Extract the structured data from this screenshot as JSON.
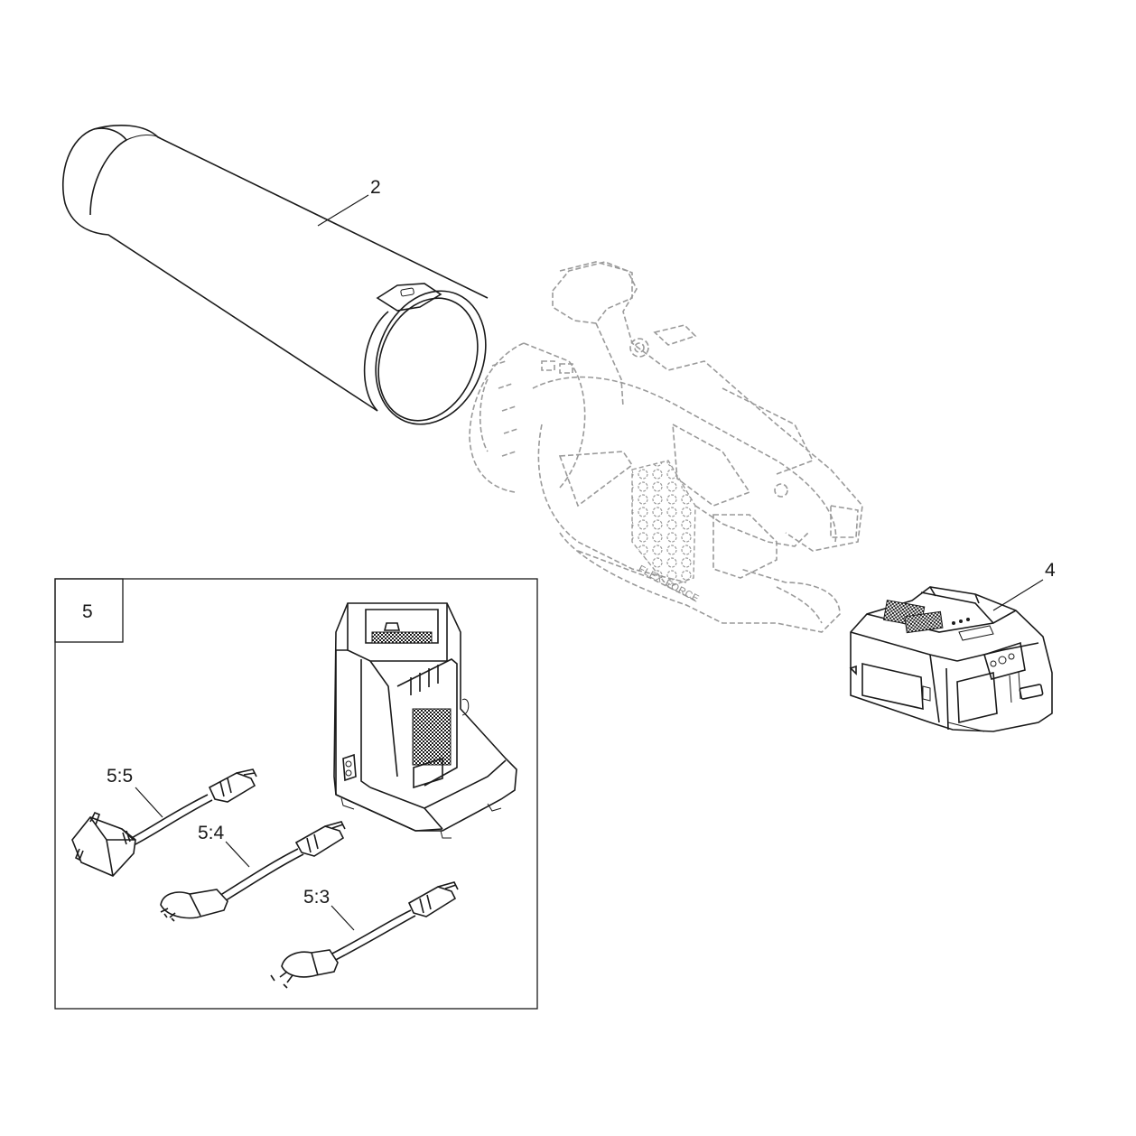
{
  "callouts": {
    "tube": "2",
    "battery": "4",
    "kit": "5",
    "plug_uk": "5:5",
    "plug_eu": "5:4",
    "plug_au": "5:3"
  },
  "blower_brand_text": "FLEX-FORCE"
}
